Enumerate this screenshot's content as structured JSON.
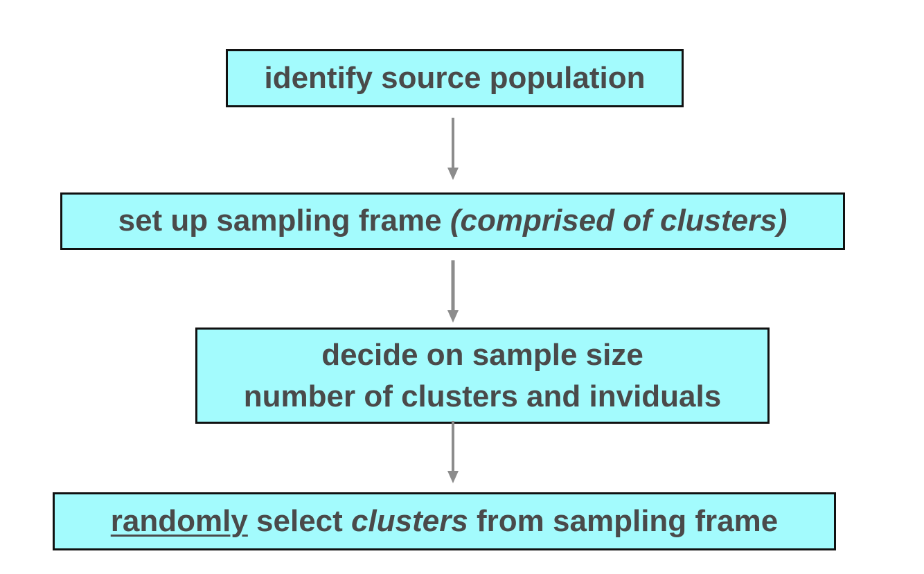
{
  "colors": {
    "box_fill": "#a3fbfd",
    "box_border": "#111111",
    "text": "#4a4a4a",
    "arrow": "#8c8c8c"
  },
  "steps": [
    {
      "line1": "identify source population"
    },
    {
      "main": "set up sampling frame ",
      "italic": "(comprised of clusters)"
    },
    {
      "line1": "decide on sample size",
      "line2": "number of clusters and inviduals"
    },
    {
      "underlined": "randomly",
      "mid": " select ",
      "italic": "clusters",
      "end": " from sampling frame"
    }
  ],
  "arrows": [
    {
      "from": 1,
      "to": 2
    },
    {
      "from": 2,
      "to": 3
    },
    {
      "from": 3,
      "to": 4
    }
  ]
}
